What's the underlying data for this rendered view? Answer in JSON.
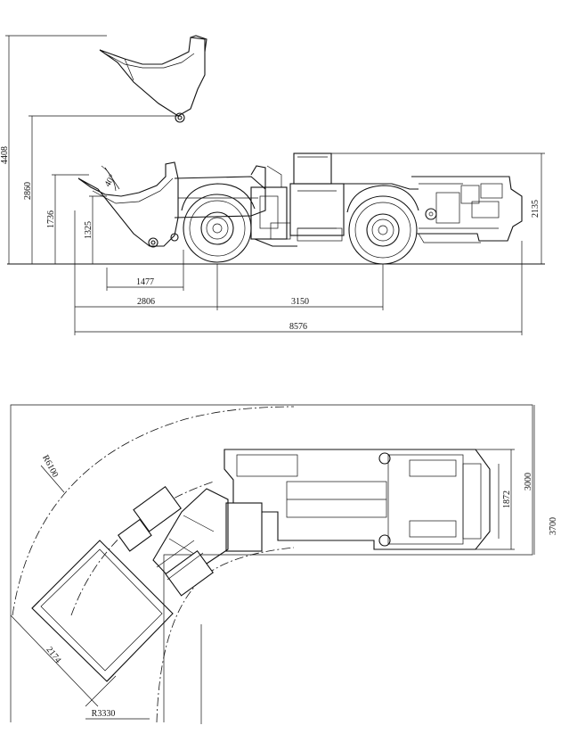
{
  "side_view": {
    "dimensions": {
      "overall_height": "4408",
      "dump_height": "2860",
      "bucket_pin_height": "1736",
      "clearance_height": "1325",
      "cab_height": "2135",
      "reach": "1477",
      "front_overhang": "2806",
      "wheelbase": "3150",
      "overall_length": "8576"
    },
    "annotations": {
      "dump_angle": "40°"
    }
  },
  "plan_view": {
    "dimensions": {
      "outer_radius": "R6100",
      "inner_radius": "R3330",
      "bucket_width": "2174",
      "track_width": "1872",
      "machine_width": "3000",
      "turning_width": "3700"
    }
  }
}
